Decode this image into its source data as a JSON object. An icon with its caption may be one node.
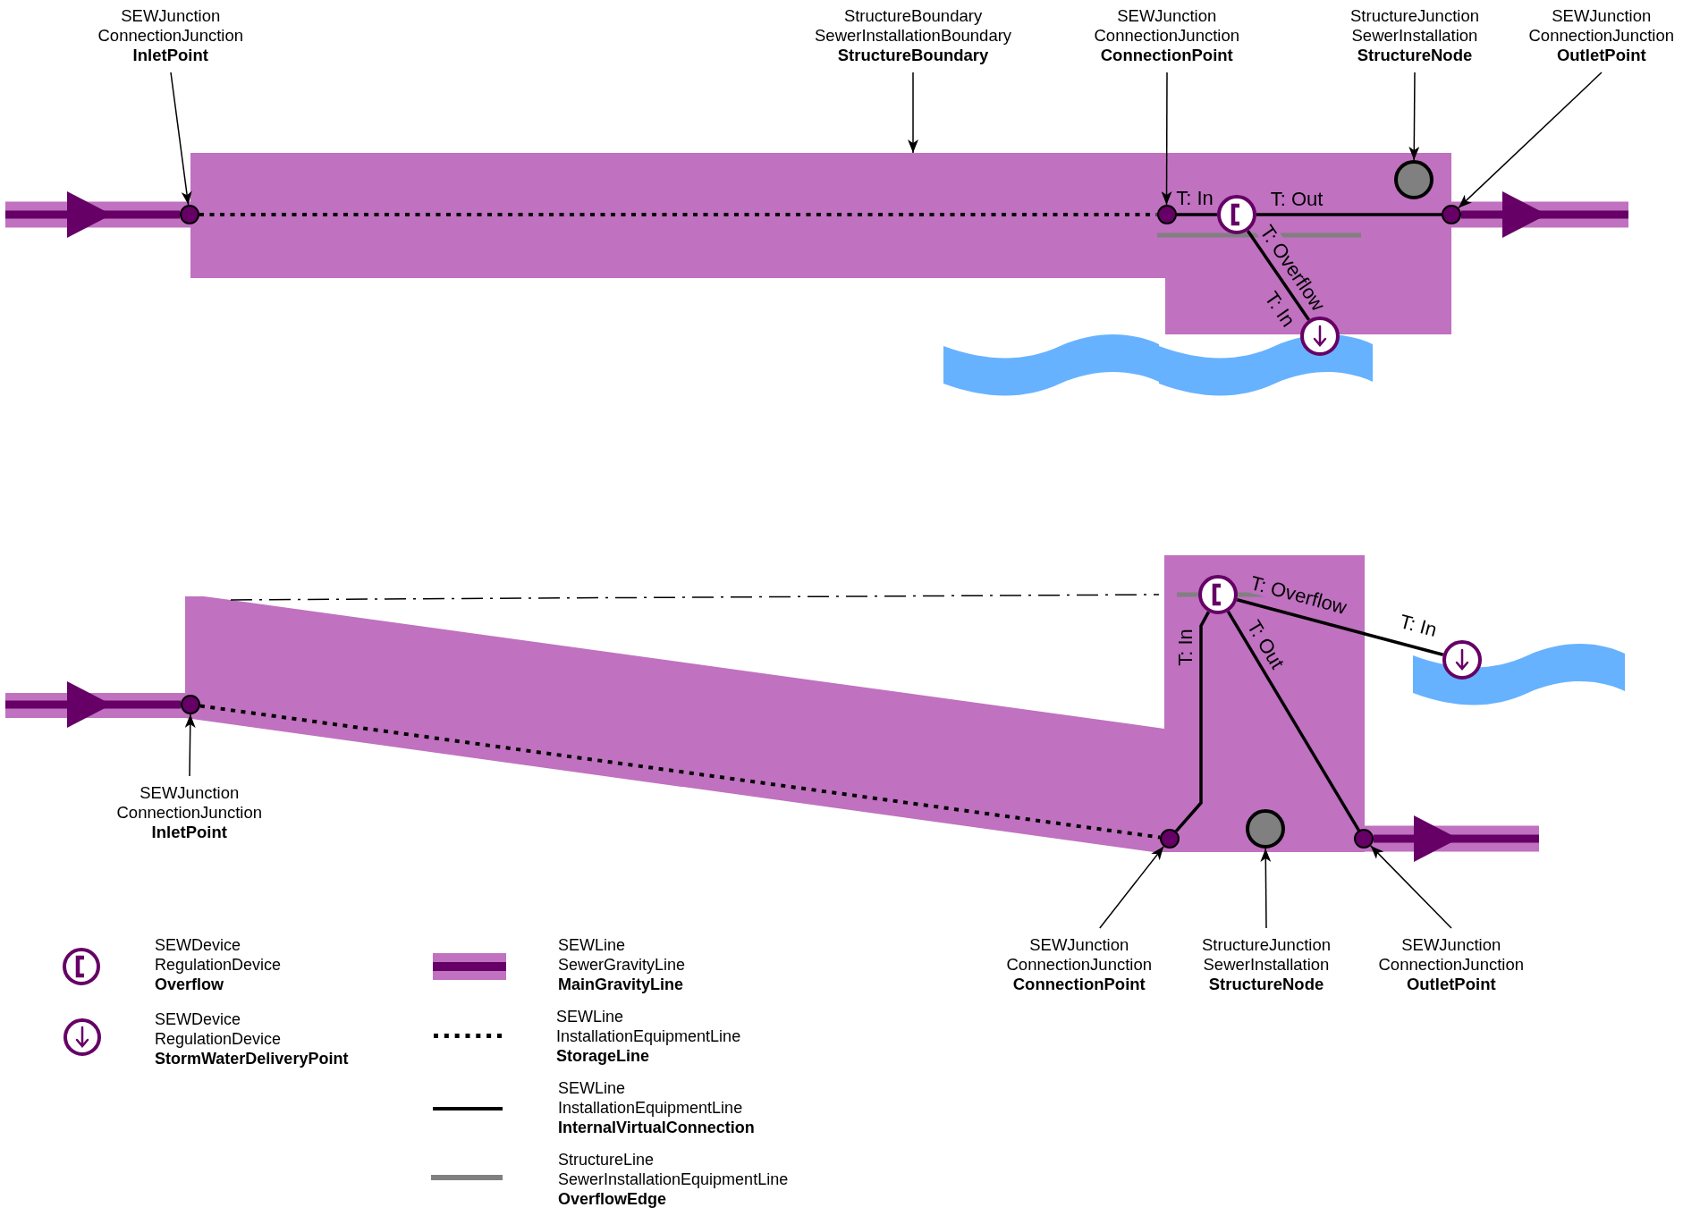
{
  "diagram": {
    "nodes": [
      {
        "text": [
          "SEWJunction ConnectionJunction **InletPoint**"
        ]
      },
      {
        "text": [
          "StructureBoundary SewerInstallationBoundary **StructureBoundary**"
        ]
      },
      {
        "text": [
          "SEWJunction ConnectionJunction **ConnectionPoint**"
        ]
      },
      {
        "text": [
          "StructureJunction SewerInstallation **StructureNode**"
        ]
      },
      {
        "text": [
          "SEWJunction ConnectionJunction **OutletPoint**"
        ]
      },
      {
        "text": [],
        "shape": "circle"
      },
      {
        "text": [],
        "shape": "box"
      },
      {
        "text": [],
        "shape": "circle",
        "in": 6
      },
      {
        "text": [],
        "shape": "circle",
        "in": 6
      },
      {
        "text": [],
        "shape": "circle",
        "in": 6
      },
      {
        "text": [],
        "shape": "circle"
      },
      {
        "text": [],
        "shape": "circle"
      },
      {
        "text": [],
        "shape": "wave"
      },
      {
        "text": [],
        "shape": "circle"
      },
      {
        "text": [],
        "shape": "box"
      },
      {
        "text": [],
        "shape": "circle",
        "in": 14
      },
      {
        "text": [],
        "shape": "circle"
      },
      {
        "text": [],
        "shape": "wave"
      },
      {
        "text": [],
        "shape": "circle",
        "in": 14
      },
      {
        "text": [],
        "shape": "circle",
        "in": 14
      },
      {
        "text": [],
        "shape": "circle"
      },
      {
        "text": [
          "SEWJunction ConnectionJunction **InletPoint**"
        ]
      },
      {
        "text": [
          "SEWJunction ConnectionJunction **ConnectionPoint**"
        ]
      },
      {
        "text": [
          "StructureJunction SewerInstallation **StructureNode**"
        ]
      },
      {
        "text": [
          "SEWJunction ConnectionJunction **OutletPoint**"
        ]
      }
    ],
    "edges": [
      {
        "from": null,
        "to": 5,
        "arrow": "to",
        "style": "thick",
        "color": "#660066"
      },
      {
        "from": 5,
        "to": 7,
        "arrow": "none",
        "style": "dashed"
      },
      {
        "from": 7,
        "to": 8,
        "arrow": "none",
        "label": "T: In"
      },
      {
        "from": 8,
        "to": 10,
        "arrow": "none",
        "label": "T: Out"
      },
      {
        "from": 8,
        "to": 11,
        "arrow": "none",
        "label": "T: Overflow"
      },
      {
        "from": 10,
        "to": null,
        "arrow": "to",
        "style": "thick",
        "color": "#660066"
      },
      {
        "from": 0,
        "to": 5,
        "arrow": "to"
      },
      {
        "from": 1,
        "to": 6,
        "arrow": "to"
      },
      {
        "from": 2,
        "to": 7,
        "arrow": "to"
      },
      {
        "from": 3,
        "to": 9,
        "arrow": "to"
      },
      {
        "from": 4,
        "to": 10,
        "arrow": "to"
      },
      {
        "from": null,
        "to": 13,
        "arrow": "to",
        "style": "thick",
        "color": "#660066"
      },
      {
        "from": 13,
        "to": 18,
        "arrow": "none",
        "style": "dashed"
      },
      {
        "from": 18,
        "to": 15,
        "arrow": "none",
        "label": "T: In"
      },
      {
        "from": 15,
        "to": 20,
        "arrow": "none",
        "label": "T: Out"
      },
      {
        "from": 15,
        "to": 16,
        "arrow": "none",
        "label": "T: Overflow"
      },
      {
        "from": 20,
        "to": null,
        "arrow": "to",
        "style": "thick",
        "color": "#660066"
      },
      {
        "from": 21,
        "to": 13,
        "arrow": "to"
      },
      {
        "from": 22,
        "to": 18,
        "arrow": "to"
      },
      {
        "from": 23,
        "to": 19,
        "arrow": "to"
      },
      {
        "from": 24,
        "to": 20,
        "arrow": "to"
      }
    ],
    "labels": [
      "T: In",
      "T: In"
    ],
    "legend": [
      {
        "text": "SEWDevice RegulationDevice **Overflow**"
      },
      {
        "text": "SEWDevice RegulationDevice **StormWaterDeliveryPoint**"
      },
      {
        "text": "SEWLine SewerGravityLine **MainGravityLine**"
      },
      {
        "text": "SEWLine InstallationEquipmentLine **StorageLine**"
      },
      {
        "text": "SEWLine InstallationEquipmentLine **InternalVirtualConnection**"
      },
      {
        "text": "StructureLine SewerInstallationEquipmentLine **OverflowEdge**"
      }
    ]
  }
}
